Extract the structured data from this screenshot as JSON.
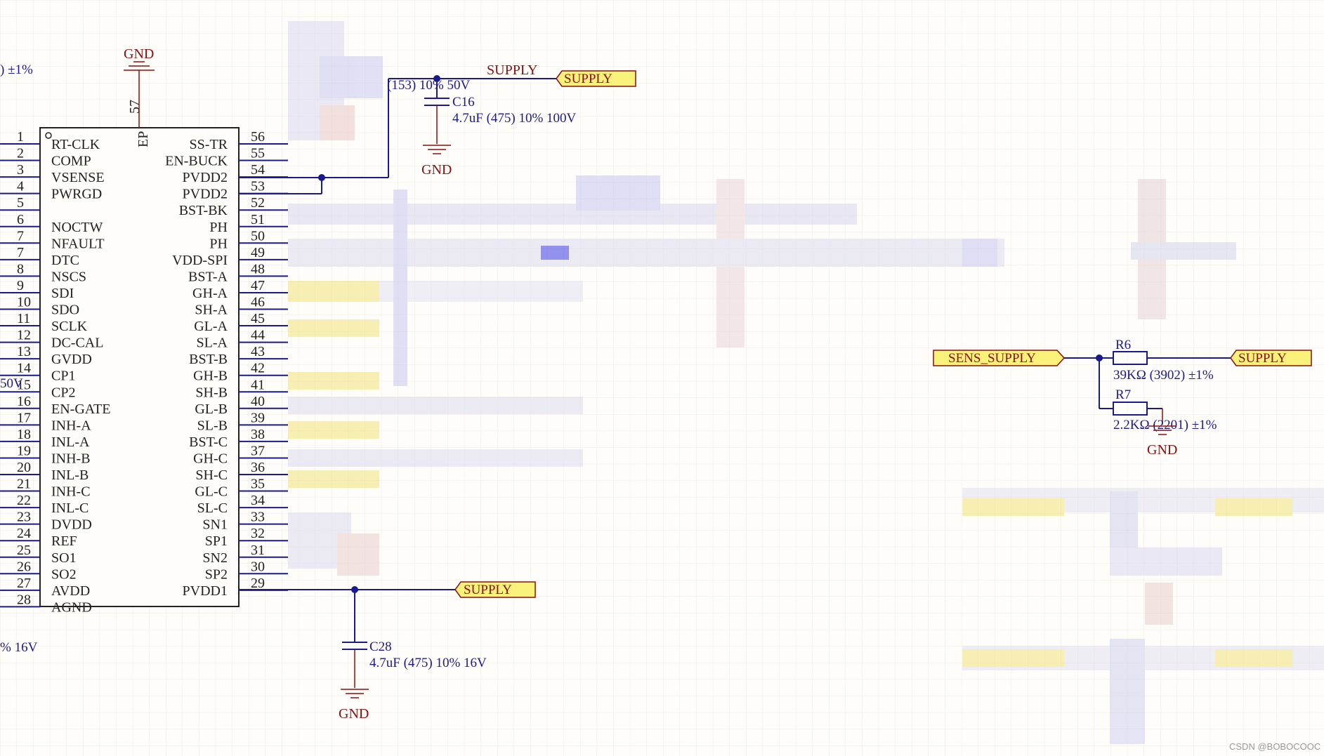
{
  "chip": {
    "left_pins": [
      {
        "num": "1",
        "name": "RT-CLK"
      },
      {
        "num": "2",
        "name": "COMP"
      },
      {
        "num": "3",
        "name": "VSENSE"
      },
      {
        "num": "4",
        "name": "PWRGD"
      },
      {
        "num": "5",
        "name": ""
      },
      {
        "num": "6",
        "name": "NOCTW"
      },
      {
        "num": "7",
        "name": "NFAULT"
      },
      {
        "num": "7",
        "name": "DTC"
      },
      {
        "num": "8",
        "name": "NSCS"
      },
      {
        "num": "9",
        "name": "SDI"
      },
      {
        "num": "10",
        "name": "SDO"
      },
      {
        "num": "11",
        "name": "SCLK"
      },
      {
        "num": "12",
        "name": "DC-CAL"
      },
      {
        "num": "13",
        "name": "GVDD"
      },
      {
        "num": "14",
        "name": "CP1"
      },
      {
        "num": "15",
        "name": "CP2"
      },
      {
        "num": "16",
        "name": "EN-GATE"
      },
      {
        "num": "17",
        "name": "INH-A"
      },
      {
        "num": "18",
        "name": "INL-A"
      },
      {
        "num": "19",
        "name": "INH-B"
      },
      {
        "num": "20",
        "name": "INL-B"
      },
      {
        "num": "21",
        "name": "INH-C"
      },
      {
        "num": "22",
        "name": "INL-C"
      },
      {
        "num": "23",
        "name": "DVDD"
      },
      {
        "num": "24",
        "name": "REF"
      },
      {
        "num": "25",
        "name": "SO1"
      },
      {
        "num": "26",
        "name": "SO2"
      },
      {
        "num": "27",
        "name": "AVDD"
      },
      {
        "num": "28",
        "name": "AGND"
      }
    ],
    "right_pins": [
      {
        "num": "56",
        "name": "SS-TR"
      },
      {
        "num": "55",
        "name": "EN-BUCK"
      },
      {
        "num": "54",
        "name": "PVDD2"
      },
      {
        "num": "53",
        "name": "PVDD2"
      },
      {
        "num": "52",
        "name": "BST-BK"
      },
      {
        "num": "51",
        "name": "PH"
      },
      {
        "num": "50",
        "name": "PH"
      },
      {
        "num": "49",
        "name": "VDD-SPI"
      },
      {
        "num": "48",
        "name": "BST-A"
      },
      {
        "num": "47",
        "name": "GH-A"
      },
      {
        "num": "46",
        "name": "SH-A"
      },
      {
        "num": "45",
        "name": "GL-A"
      },
      {
        "num": "44",
        "name": "SL-A"
      },
      {
        "num": "43",
        "name": "BST-B"
      },
      {
        "num": "42",
        "name": "GH-B"
      },
      {
        "num": "41",
        "name": "SH-B"
      },
      {
        "num": "40",
        "name": "GL-B"
      },
      {
        "num": "39",
        "name": "SL-B"
      },
      {
        "num": "38",
        "name": "BST-C"
      },
      {
        "num": "37",
        "name": "GH-C"
      },
      {
        "num": "36",
        "name": "SH-C"
      },
      {
        "num": "35",
        "name": "GL-C"
      },
      {
        "num": "34",
        "name": "SL-C"
      },
      {
        "num": "33",
        "name": "SN1"
      },
      {
        "num": "32",
        "name": "SP1"
      },
      {
        "num": "31",
        "name": "SN2"
      },
      {
        "num": "30",
        "name": "SP2"
      },
      {
        "num": "29",
        "name": "PVDD1"
      }
    ],
    "ep_label": "EP",
    "ep_pin": "57"
  },
  "labels": {
    "gnd": "GND",
    "supply": "SUPPLY",
    "sens_supply": "SENS_SUPPLY",
    "left_top_fragment": ") ±1%",
    "left_mid_fragment": "50V",
    "left_bottom_fragment": "% 16V",
    "c16_ref": "C16",
    "c16_value": "4.7uF (475) 10% 100V",
    "c_top_value": "(153) 10% 50V",
    "c28_ref": "C28",
    "c28_value": "4.7uF (475) 10% 16V",
    "r6_ref": "R6",
    "r6_value": "39KΩ (3902) ±1%",
    "r7_ref": "R7",
    "r7_value": "2.2KΩ (2201) ±1%"
  },
  "watermark": "CSDN @BOBOCOOC"
}
